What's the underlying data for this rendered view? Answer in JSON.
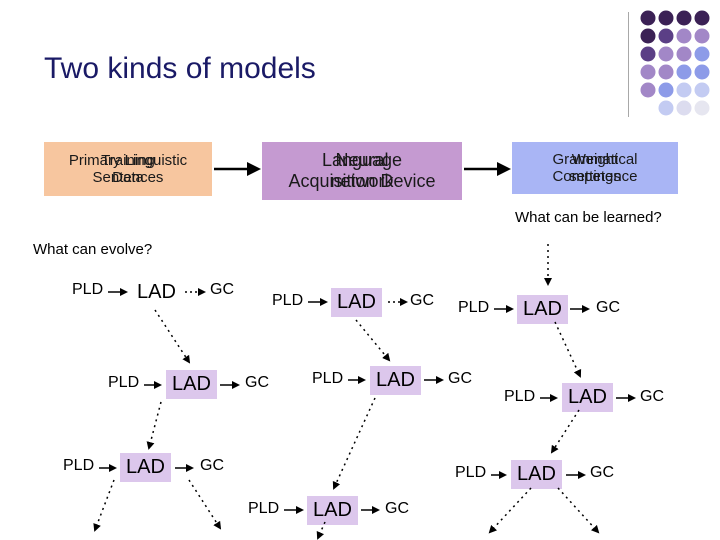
{
  "slide": {
    "title": "Two kinds of models",
    "top_boxes": {
      "pld": {
        "lines_a": [
          "Primary Linguistic",
          "Sentences"
        ],
        "lines_b": [
          "Training",
          "Data"
        ]
      },
      "lad": {
        "lines_a": [
          "Language",
          "Acquisition Device"
        ],
        "lines_b": [
          "Neural",
          "network"
        ]
      },
      "gc": {
        "lines_a": [
          "Grammatical",
          "Competence"
        ],
        "lines_b": [
          "Weight",
          "settings"
        ]
      }
    },
    "question_learned": "What can be learned?",
    "question_evolve": "What can evolve?",
    "triplet_labels": {
      "pld": "PLD",
      "lad": "LAD",
      "gc": "GC"
    }
  },
  "colors": {
    "title": "#1a1a66",
    "pld_fill": "#f7c69f",
    "lad_fill": "#c59ad1",
    "gc_fill": "#a9b5f5",
    "lad_small_fill": "#dcc7ec"
  },
  "icons": [
    "dot-grid-decoration"
  ]
}
